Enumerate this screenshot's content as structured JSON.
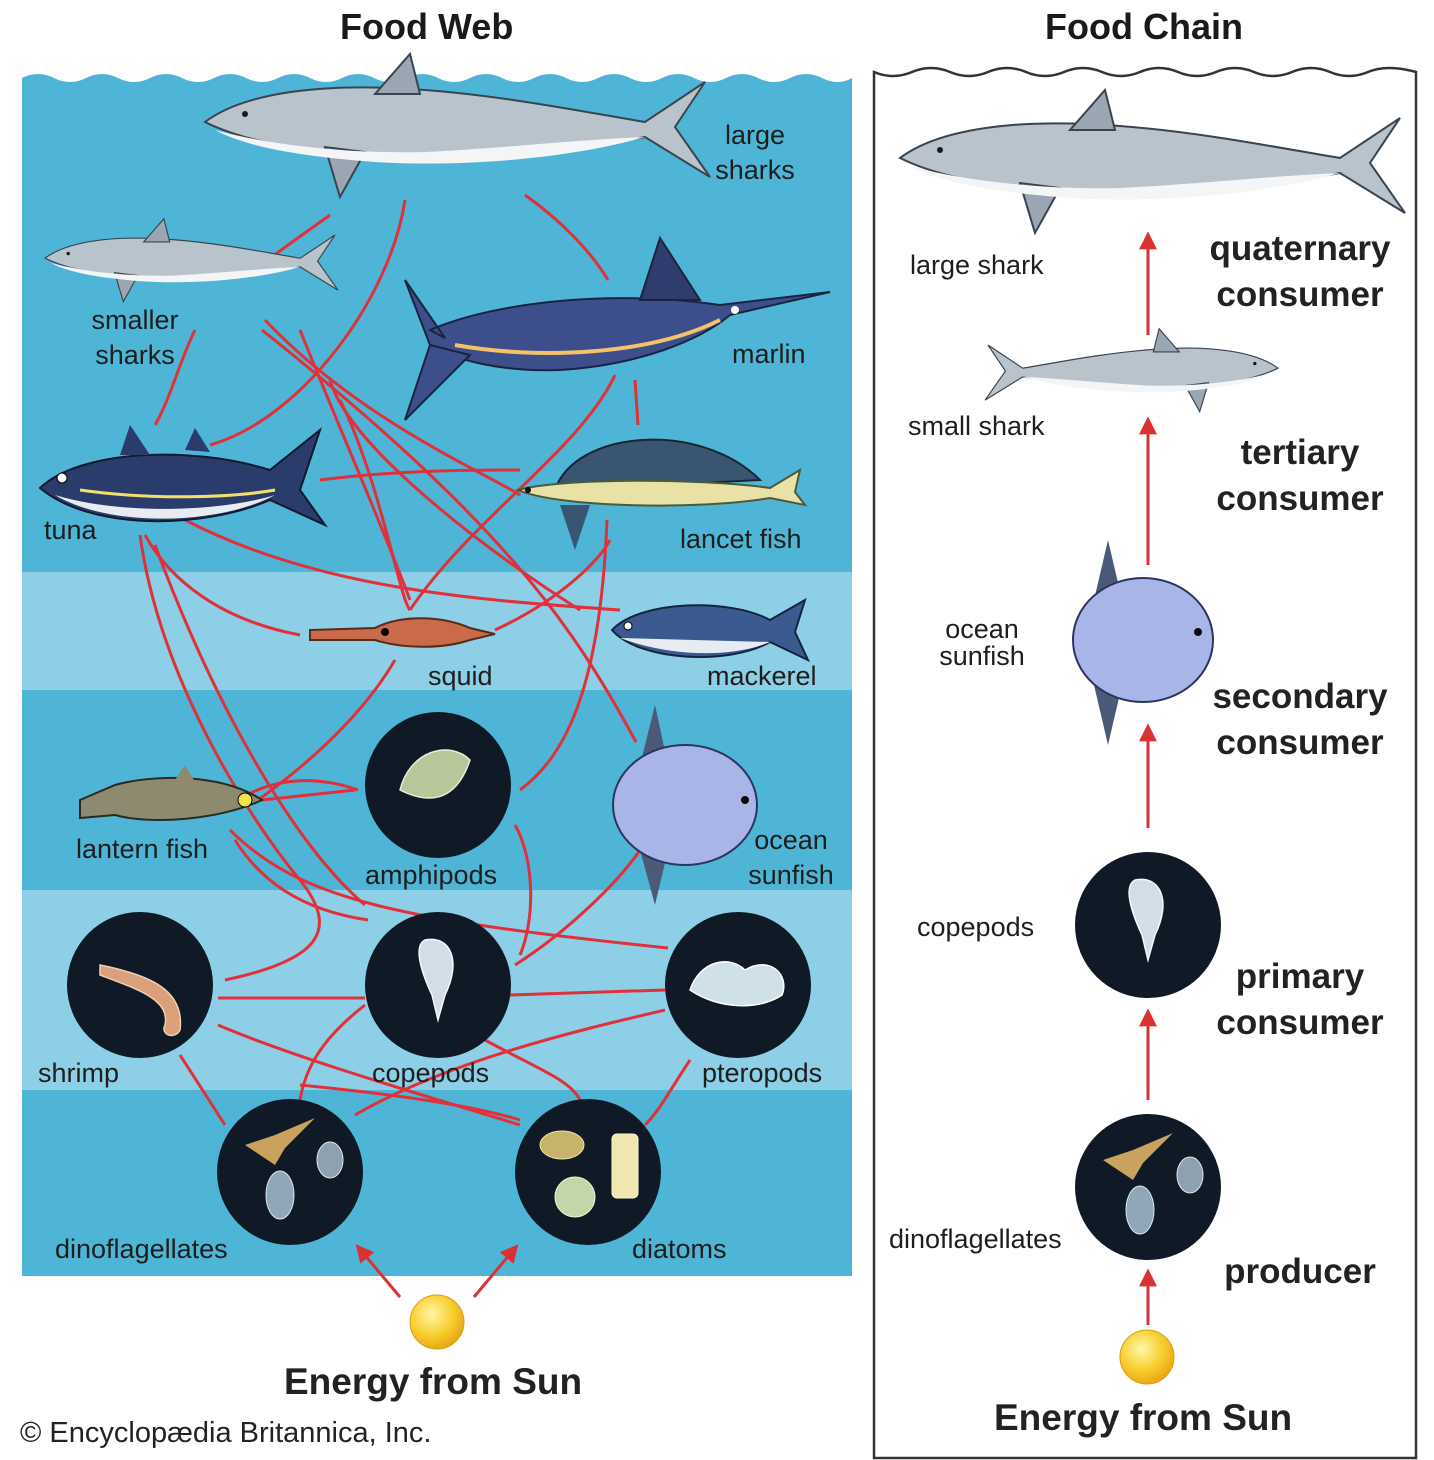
{
  "web": {
    "title": "Food Web",
    "labels": {
      "large_sharks": "large\nsharks",
      "smaller_sharks": "smaller\nsharks",
      "marlin": "marlin",
      "tuna": "tuna",
      "lancet_fish": "lancet fish",
      "squid": "squid",
      "mackerel": "mackerel",
      "lantern_fish": "lantern fish",
      "amphipods": "amphipods",
      "ocean_sunfish": "ocean\nsunfish",
      "shrimp": "shrimp",
      "copepods": "copepods",
      "pteropods": "pteropods",
      "dinoflagellates": "dinoflagellates",
      "diatoms": "diatoms"
    },
    "sun_label": "Energy from Sun"
  },
  "chain": {
    "title": "Food Chain",
    "organisms": {
      "large_shark": "large shark",
      "small_shark": "small shark",
      "ocean_sunfish": "ocean\nsunfish",
      "copepods": "copepods",
      "dinoflagellates": "dinoflagellates"
    },
    "levels": {
      "quaternary": "quaternary\nconsumer",
      "tertiary": "tertiary\nconsumer",
      "secondary": "secondary\nconsumer",
      "primary": "primary\nconsumer",
      "producer": "producer"
    },
    "sun_label": "Energy from Sun"
  },
  "copyright": "© Encyclopædia Britannica, Inc.",
  "colors": {
    "water_dark": "#4fb5d6",
    "water_light": "#8dcfe6",
    "links": "#e0303a",
    "sun": "#f7c62a",
    "shark": "#b9c3cc",
    "plankton_bg": "#0f1a26"
  }
}
